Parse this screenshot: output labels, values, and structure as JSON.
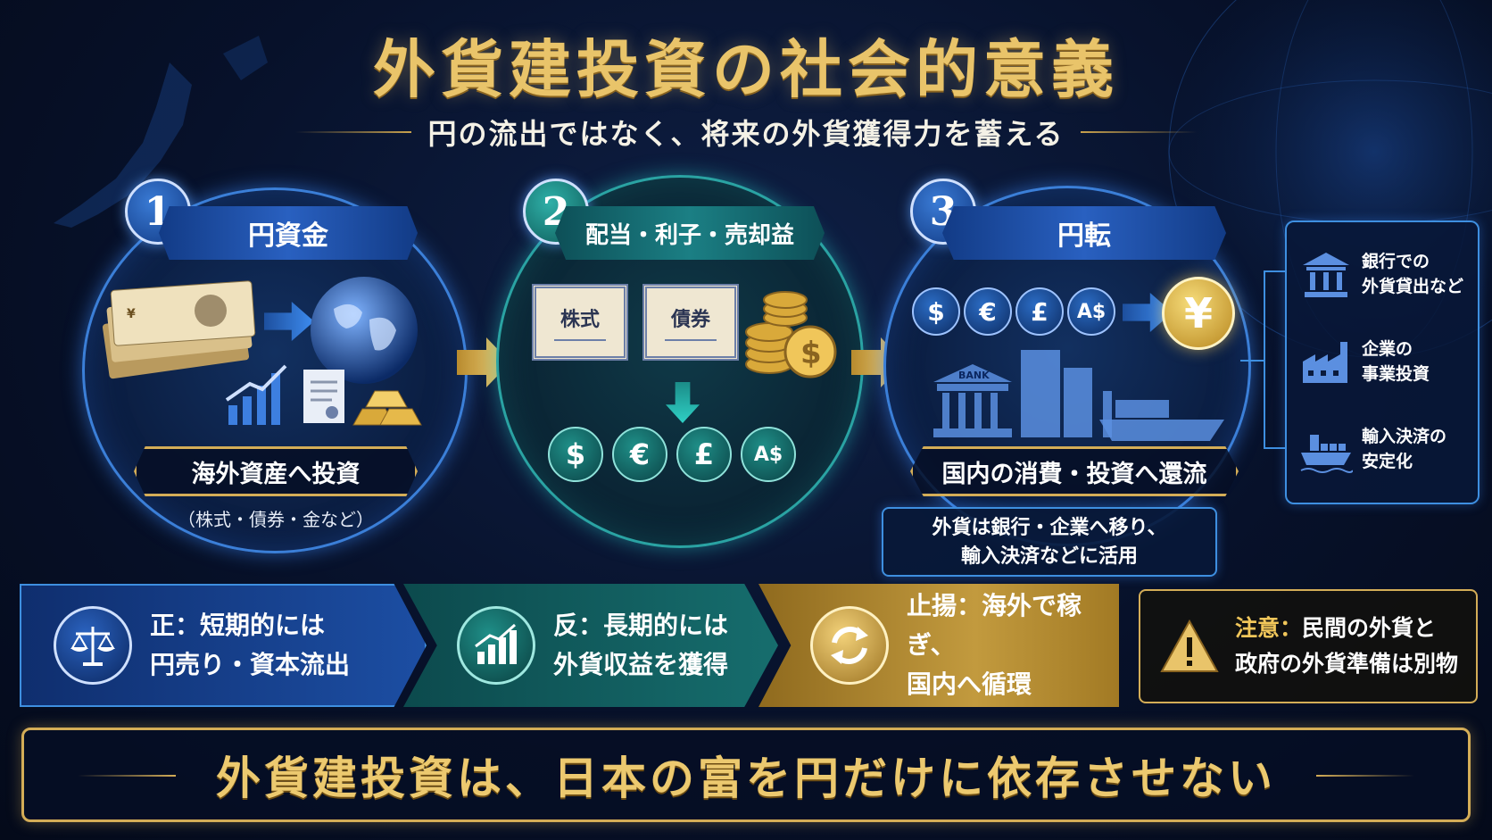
{
  "title": "外貨建投資の社会的意義",
  "subtitle": "円の流出ではなく、将来の外貨獲得力を蓄える",
  "steps": [
    {
      "number": "1",
      "header": "円資金",
      "caption": "海外資産へ投資",
      "note": "（株式・債券・金など）"
    },
    {
      "number": "2",
      "header": "配当・利子・売却益",
      "certificates": [
        "株式",
        "債券"
      ],
      "currencies": [
        "$",
        "€",
        "£",
        "A$"
      ]
    },
    {
      "number": "3",
      "header": "円転",
      "currencies": [
        "$",
        "€",
        "£",
        "A$"
      ],
      "yen": "¥",
      "bank_sign": "BANK",
      "caption": "国内の消費・投資へ還流"
    }
  ],
  "note_box": {
    "line1": "外貨は銀行・企業へ移り、",
    "line2": "輸入決済などに活用"
  },
  "side_panel": [
    {
      "line1": "銀行での",
      "line2": "外貨貸出など",
      "icon": "bank-icon"
    },
    {
      "line1": "企業の",
      "line2": "事業投資",
      "icon": "factory-icon"
    },
    {
      "line1": "輸入決済の",
      "line2": "安定化",
      "icon": "ship-icon"
    }
  ],
  "bands": [
    {
      "line1": "正：短期的には",
      "line2": "円売り・資本流出",
      "icon": "scales-icon"
    },
    {
      "line1": "反：長期的には",
      "line2": "外貨収益を獲得",
      "icon": "growth-chart-icon"
    },
    {
      "line1": "止揚：海外で稼ぎ、",
      "line2": "国内へ循環",
      "icon": "cycle-icon"
    }
  ],
  "caution": {
    "label": "注意：",
    "line1_rest": "民間の外貨と",
    "line2": "政府の外貨準備は別物",
    "icon": "warning-icon"
  },
  "conclusion": "外貨建投資は、日本の富を円だけに依存させない",
  "colors": {
    "gold": "#e9c46a",
    "blue": "#3b7fd8",
    "teal": "#2aa3a3",
    "navy": "#07112a"
  }
}
